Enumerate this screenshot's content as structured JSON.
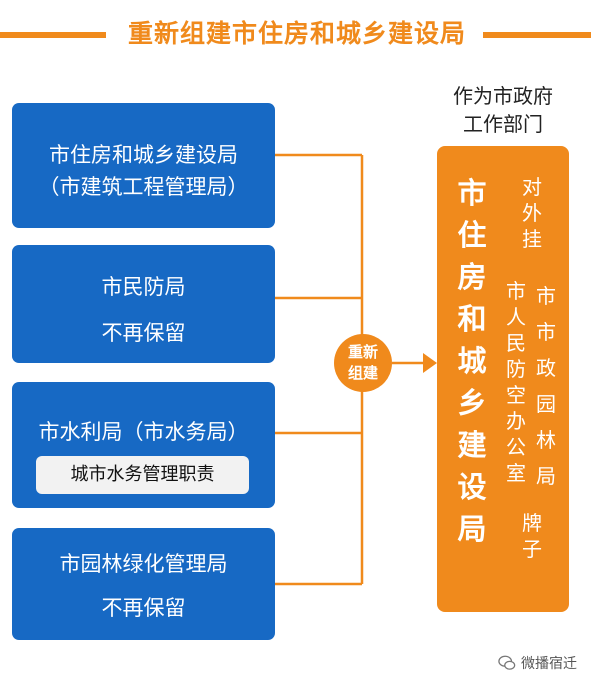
{
  "title": "重新组建市住房和城乡建设局",
  "boxes": [
    {
      "line1": "市住房和城乡建设局",
      "line2": "（市建筑工程管理局）"
    },
    {
      "line1": "市民防局",
      "line2": "不再保留"
    },
    {
      "line1": "市水利局（市水务局）",
      "sub": "城市水务管理职责"
    },
    {
      "line1": "市园林绿化管理局",
      "line2": "不再保留"
    }
  ],
  "connector_label": [
    "重新",
    "组建"
  ],
  "caption": [
    "作为市政府",
    "工作部门"
  ],
  "result": {
    "main": [
      "市",
      "住",
      "房",
      "和",
      "城",
      "乡",
      "建",
      "设",
      "局"
    ],
    "side_top": [
      "对",
      "外",
      "挂"
    ],
    "side_col1": [
      "市",
      "人",
      "民",
      "防",
      "空",
      "办",
      "公",
      "室"
    ],
    "side_col2": [
      "市",
      "市",
      "政",
      "园",
      "林",
      "局"
    ],
    "side_bottom": [
      "牌",
      "子"
    ]
  },
  "watermark": "微播宿迁",
  "colors": {
    "blue": "#1769c4",
    "orange": "#f08a1c",
    "sub_bg": "#f2f2f2"
  }
}
